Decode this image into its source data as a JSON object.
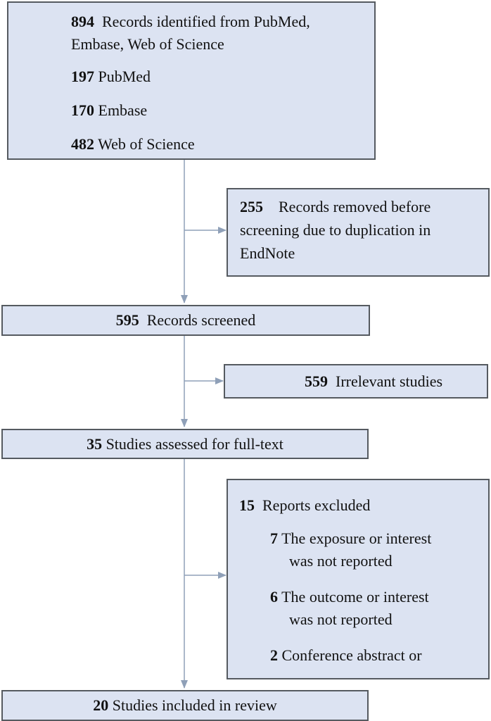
{
  "identification": {
    "total_count": "894",
    "total_text_line1": "Records identified from PubMed,",
    "total_text_line2": "Embase, Web of Science",
    "sources": [
      {
        "count": "197",
        "label": "PubMed"
      },
      {
        "count": "170",
        "label": "Embase"
      },
      {
        "count": "482",
        "label": "Web of Science"
      }
    ]
  },
  "removed": {
    "count": "255",
    "line1": "Records removed before",
    "line2": "screening due to duplication in",
    "line3": "EndNote"
  },
  "screened": {
    "count": "595",
    "label": "Records screened"
  },
  "irrelevant": {
    "count": "559",
    "label": "Irrelevant studies"
  },
  "assessed": {
    "count": "35",
    "label": "Studies assessed for full-text"
  },
  "excluded": {
    "count": "15",
    "label": "Reports excluded",
    "reasons": [
      {
        "count": "7",
        "line1": "The exposure or interest",
        "line2": "was not reported"
      },
      {
        "count": "6",
        "line1": "The outcome or interest",
        "line2": "was not reported"
      },
      {
        "count": "2",
        "line1": "Conference abstract or",
        "line2": ""
      }
    ]
  },
  "included": {
    "count": "20",
    "label": "Studies included in review"
  },
  "colors": {
    "box_fill": "#dce3f2",
    "box_border": "#555a60",
    "arrow": "#8fa0b8"
  }
}
